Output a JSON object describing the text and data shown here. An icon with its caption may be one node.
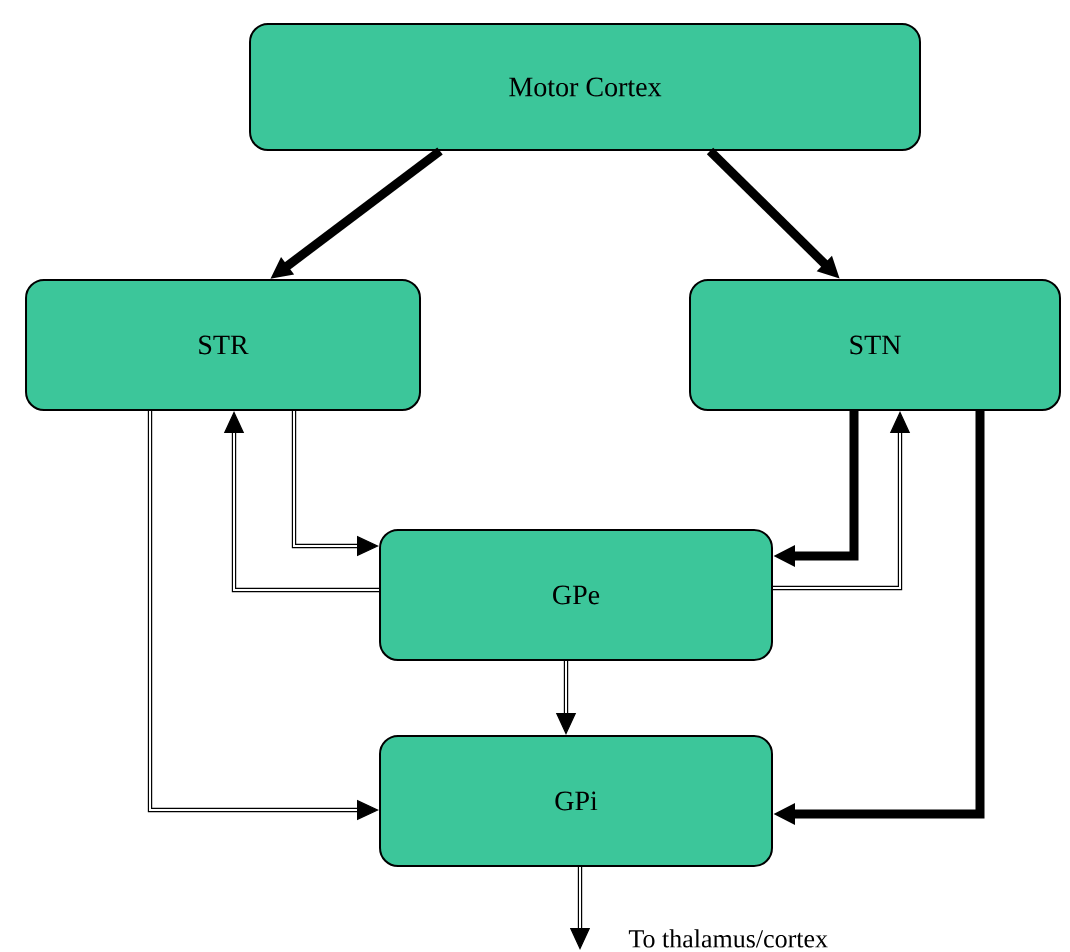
{
  "diagram": {
    "nodes": [
      {
        "text": [
          "Motor Cortex"
        ]
      },
      {
        "text": [
          "STR"
        ]
      },
      {
        "text": [
          "STN"
        ]
      },
      {
        "text": [
          "GPe"
        ]
      },
      {
        "text": [
          "GPi"
        ]
      },
      {
        "text": [
          "To thalamus/cortex"
        ]
      }
    ],
    "edges": [
      {
        "from": 0,
        "to": 1,
        "arrow": "to",
        "style": "thick"
      },
      {
        "from": 0,
        "to": 2,
        "arrow": "to",
        "style": "thick"
      },
      {
        "from": 1,
        "to": 3,
        "arrow": "to"
      },
      {
        "from": 3,
        "to": 1,
        "arrow": "to"
      },
      {
        "from": 1,
        "to": 4,
        "arrow": "to"
      },
      {
        "from": 2,
        "to": 3,
        "arrow": "to",
        "style": "thick"
      },
      {
        "from": 3,
        "to": 2,
        "arrow": "to"
      },
      {
        "from": 2,
        "to": 4,
        "arrow": "to",
        "style": "thick"
      },
      {
        "from": 3,
        "to": 4,
        "arrow": "to"
      },
      {
        "from": 4,
        "to": 5,
        "arrow": "to"
      }
    ]
  }
}
